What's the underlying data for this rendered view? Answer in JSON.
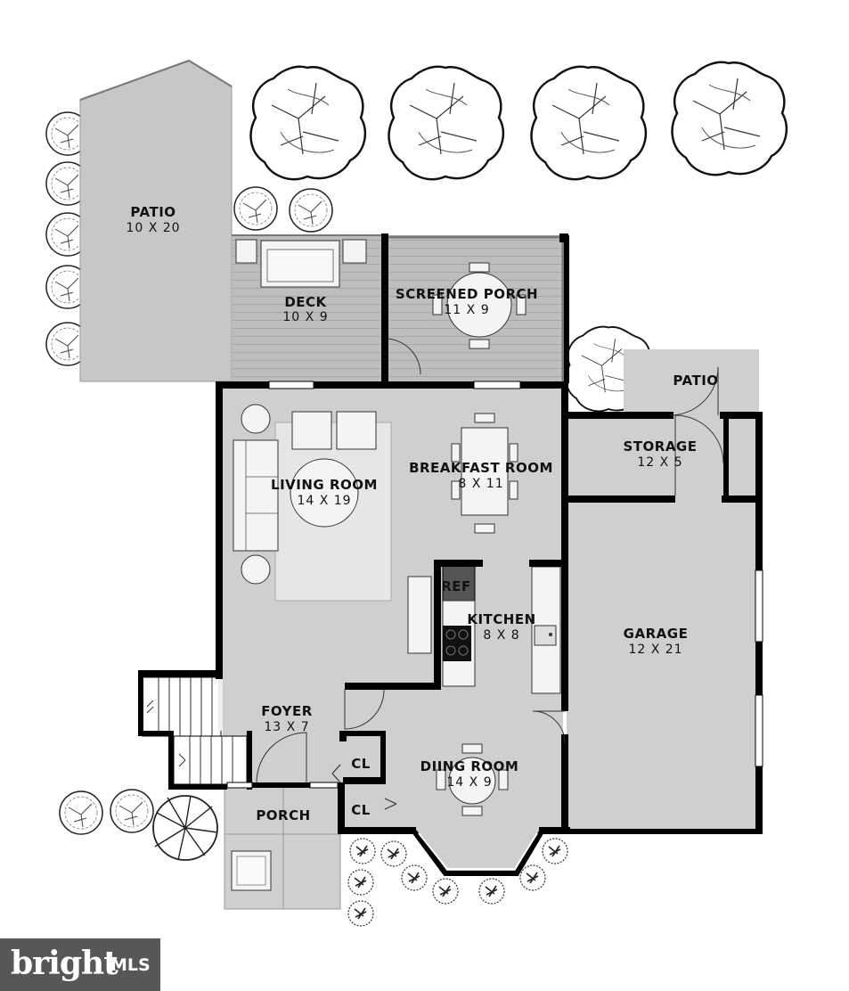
{
  "rooms": {
    "patio_left": {
      "name": "PATIO",
      "dim": "10 X 20"
    },
    "deck": {
      "name": "DECK",
      "dim": "10 X 9"
    },
    "screened_porch": {
      "name": "SCREENED PORCH",
      "dim": "11 X 9"
    },
    "patio_right": {
      "name": "PATIO"
    },
    "storage": {
      "name": "STORAGE",
      "dim": "12 X 5"
    },
    "living_room": {
      "name": "LIVING ROOM",
      "dim": "14 X 19"
    },
    "breakfast_room": {
      "name": "BREAKFAST ROOM",
      "dim": "8 X 11"
    },
    "kitchen": {
      "name": "KITCHEN",
      "dim": "8 X 8"
    },
    "refrigerator": {
      "name": "REF"
    },
    "garage": {
      "name": "GARAGE",
      "dim": "12 X 21"
    },
    "foyer": {
      "name": "FOYER",
      "dim": "13 X 7"
    },
    "closet_1": {
      "name": "CL"
    },
    "closet_2": {
      "name": "CL"
    },
    "dining_room": {
      "name": "DIING ROOM",
      "dim": "14 X 9"
    },
    "porch": {
      "name": "PORCH"
    }
  },
  "watermark": {
    "brand": "bright",
    "suffix": "MLS"
  },
  "colors": {
    "floor": "#cfcfcf",
    "wall": "#000000",
    "wood": "#b8b8b8",
    "furniture": "#f4f4f4"
  }
}
